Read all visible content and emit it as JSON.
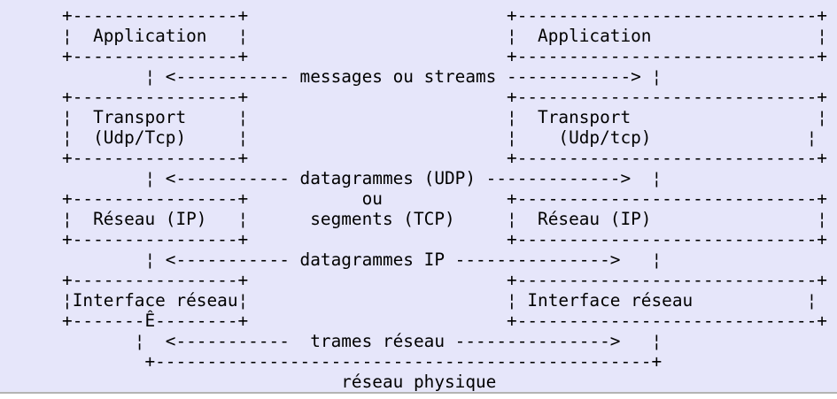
{
  "page": {
    "colors": {
      "background": "#e6e6fa",
      "text": "#000000",
      "divider": "#b3b3b3",
      "below_divider": "#ffffff"
    }
  },
  "diagram": {
    "ascii_lines": [
      "      +----------------+                         +-----------------------------+",
      "      ¦  Application   ¦                         ¦  Application                ¦",
      "      +----------------+                         +-----------------------------+",
      "              ¦ <----------- messages ou streams ------------> ¦",
      "      +----------------+                         +-----------------------------+",
      "      ¦  Transport     ¦                         ¦  Transport                  ¦",
      "      ¦  (Udp/Tcp)     ¦                         ¦    (Udp/tcp)               ¦",
      "      +----------------+                         +-----------------------------+",
      "              ¦ <----------- datagrammes (UDP) ------------->  ¦",
      "      +----------------+           ou            +-----------------------------+",
      "      ¦  Réseau (IP)   ¦      segments (TCP)     ¦  Réseau (IP)                ¦",
      "      +----------------+                         +-----------------------------+",
      "              ¦ <----------- datagrammes IP --------------->   ¦",
      "      +----------------+                         +-----------------------------+",
      "      ¦Interface réseau¦                         ¦ Interface réseau           ¦",
      "      +-------Ê--------+                         +-----------------------------+",
      "             ¦  <-----------  trames réseau --------------->   ¦",
      "              +------------------------------------------------+",
      "                                 réseau physique"
    ],
    "left_stack_layers": [
      "Application",
      "Transport (Udp/Tcp)",
      "Réseau (IP)",
      "Interface réseau"
    ],
    "right_stack_layers": [
      "Application",
      "Transport (Udp/tcp)",
      "Réseau (IP)",
      "Interface réseau"
    ],
    "exchange_labels": [
      "messages ou streams",
      "datagrammes (UDP) ou segments (TCP)",
      "datagrammes IP",
      "trames réseau"
    ],
    "physical_network_label": "réseau physique"
  }
}
